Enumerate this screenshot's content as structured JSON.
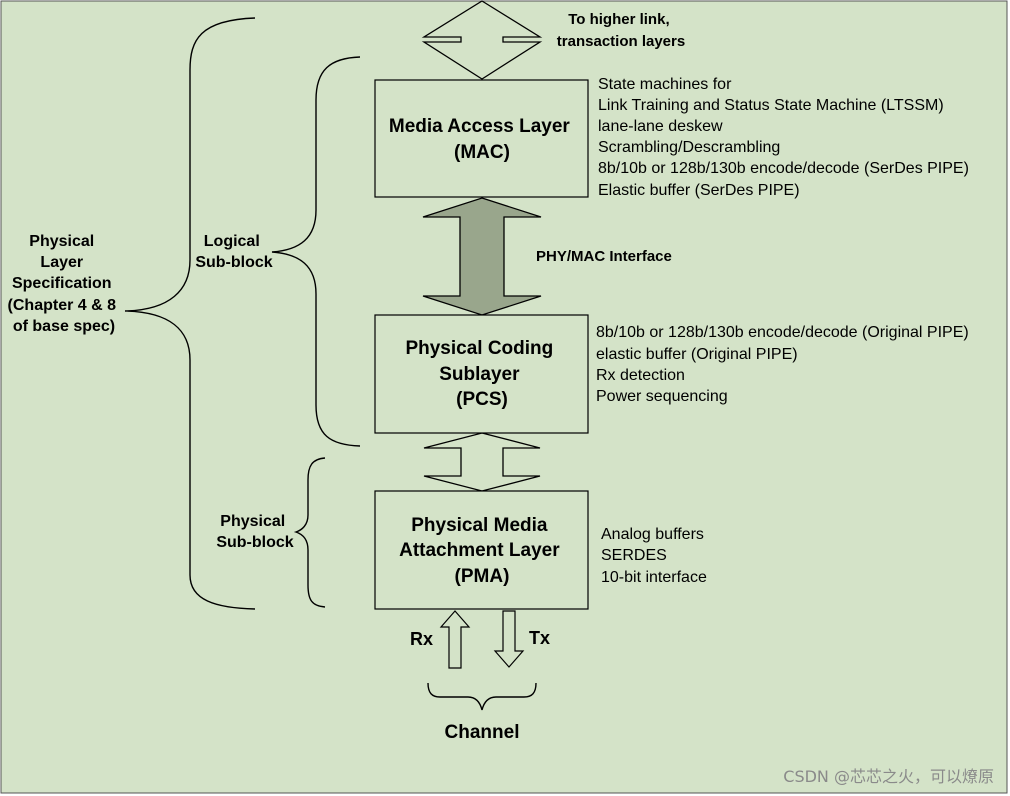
{
  "colors": {
    "background": "#d4e3c8",
    "box_fill": "#d4e3c8",
    "stroke": "#000000",
    "interface_arrow": "#99a68c",
    "watermark": "#8a8a8a"
  },
  "top_label": [
    "To higher link,",
    "transaction layers"
  ],
  "physical_layer_label": [
    "Physical",
    "Layer",
    "Specification",
    "(Chapter 4 & 8",
    "of base spec)"
  ],
  "logical_subblock_label": [
    "Logical",
    "Sub-block"
  ],
  "physical_subblock_label": [
    "Physical",
    "Sub-block"
  ],
  "mac": {
    "title": [
      "Media Access Layer",
      "(MAC)"
    ],
    "notes": [
      "State machines for",
      "Link Training and Status State Machine (LTSSM)",
      "lane-lane deskew",
      "Scrambling/Descrambling",
      "8b/10b or 128b/130b encode/decode (SerDes PIPE)",
      "Elastic buffer (SerDes PIPE)"
    ]
  },
  "interface_label": "PHY/MAC Interface",
  "pcs": {
    "title": [
      "Physical Coding",
      "Sublayer",
      "(PCS)"
    ],
    "notes": [
      "8b/10b or 128b/130b encode/decode (Original PIPE)",
      "elastic buffer (Original PIPE)",
      "Rx detection",
      "Power sequencing"
    ]
  },
  "pma": {
    "title": [
      "Physical Media",
      "Attachment Layer",
      "(PMA)"
    ],
    "notes": [
      "Analog buffers",
      "SERDES",
      "10-bit interface"
    ]
  },
  "rx_label": "Rx",
  "tx_label": "Tx",
  "channel_label": "Channel",
  "watermark": "CSDN @芯芯之火，可以燎原"
}
